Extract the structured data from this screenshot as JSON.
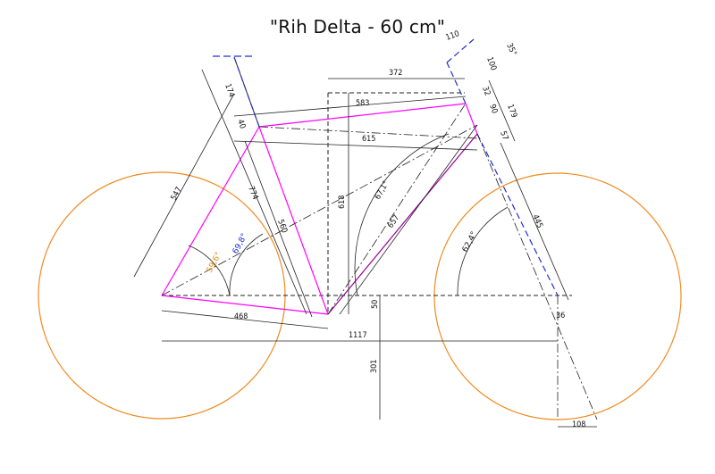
{
  "title": "\"Rih Delta - 60 cm\"",
  "colors": {
    "frame": "#ff00ff",
    "frame_dark": "#990099",
    "wheel": "#f08a1e",
    "dimension": "#222222",
    "fork_dash": "#1f2fd6",
    "angle_blue": "#1f2fd6",
    "angle_orange": "#e08a00"
  },
  "dimensions": {
    "d110": "110",
    "d35": "35°",
    "d100": "100",
    "d372": "372",
    "d32": "32",
    "d90": "90",
    "d179": "179",
    "d583": "583",
    "d57": "57",
    "d174": "174",
    "d40": "40",
    "d615": "615",
    "d547": "547",
    "d774": "774",
    "d618": "618",
    "d671": "67,1°",
    "d657": "657",
    "d560": "560",
    "d445": "445",
    "d698": "69,8°",
    "d624": "62,4°",
    "d596": "59,6°",
    "d468": "468",
    "d50": "50",
    "d36": "36",
    "d1117": "1117",
    "d301": "301",
    "d108": "108"
  }
}
